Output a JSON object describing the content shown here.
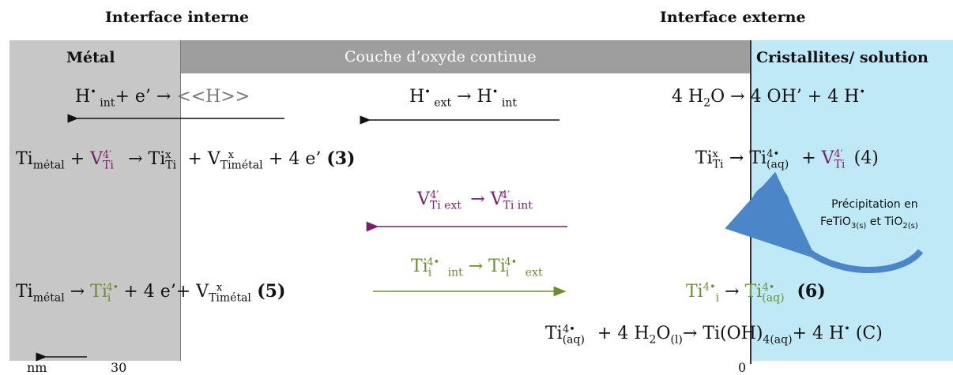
{
  "headers": {
    "inner_interface": "Interface interne",
    "outer_interface": "Interface externe",
    "metal": "Métal",
    "oxide_layer": "Couche d’oxyde continue",
    "solution": "Cristallites/ solution"
  },
  "axis": {
    "unit": "nm",
    "left_tick": "30",
    "right_tick": "0"
  },
  "precipitation_note": {
    "line1": "Précipitation en",
    "line2_prefix": "FeTiO",
    "line2_sub1": "3(s)",
    "line2_mid": " et TiO",
    "line2_sub2": "2(s)"
  },
  "equation_labels": {
    "eq3": "(3)",
    "eq4": "(4)",
    "eq5": "(5)",
    "eq6": "(6)",
    "eqC": "(C)"
  },
  "colors": {
    "metal_zone": "#c7c7c7",
    "oxide_header": "#9e9e9e",
    "solution_zone": "#bfe9f7",
    "vacancy_purple": "#7a1f6e",
    "interstitial_green": "#6d8e2f",
    "precipitate_blue": "#4a86c8"
  }
}
